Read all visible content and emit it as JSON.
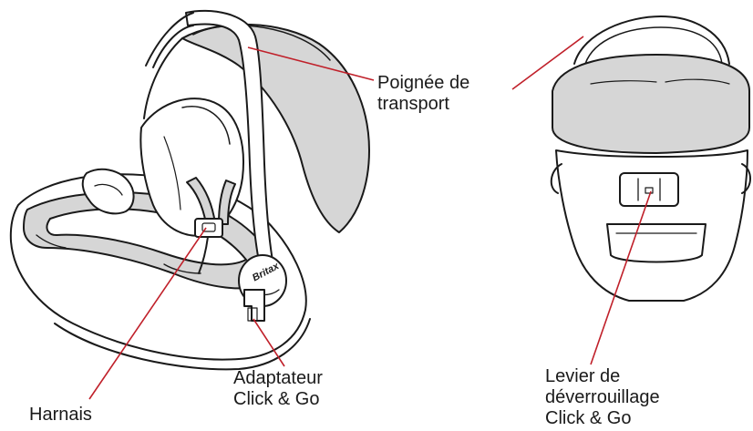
{
  "labels": {
    "handle": [
      "Poignée de",
      "transport"
    ],
    "adapter": [
      "Adaptateur",
      "Click & Go"
    ],
    "harness": "Harnais",
    "release": [
      "Levier de",
      "déverrouillage",
      "Click & Go"
    ]
  },
  "brand": "Britax",
  "colors": {
    "callout": "#c0202a",
    "shell_gray": "#d6d6d6",
    "outline": "#1a1a1a"
  }
}
